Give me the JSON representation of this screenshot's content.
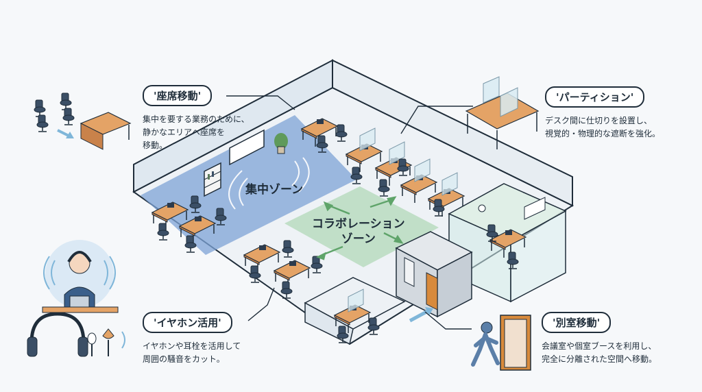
{
  "callouts": {
    "seat_move": {
      "title": "'座席移動'",
      "desc": [
        "集中を要する業務のために、",
        "静かなエリアへ座席を",
        "移動。"
      ]
    },
    "partition": {
      "title": "'パーティション'",
      "desc": [
        "デスク間に仕切りを設置し、",
        "視覚的・物理的な遮断を強化。"
      ]
    },
    "earphone": {
      "title": "'イヤホン活用'",
      "desc": [
        "イヤホンや耳栓を活用して",
        "周囲の騒音をカット。"
      ]
    },
    "room_move": {
      "title": "'別室移動'",
      "desc": [
        "会議室や個室ブースを利用し、",
        "完全に分離された空間へ移動。"
      ]
    }
  },
  "zones": {
    "focus": "集中ゾーン",
    "collab": [
      "コラボレーション",
      "ゾーン"
    ]
  },
  "colors": {
    "outline": "#1f2d3a",
    "focus_zone": "#7ea3d6",
    "collab_zone": "#b9dcc0",
    "desk_wood": "#e4a366",
    "chair": "#3b4f66",
    "glass": "#d8ebf2",
    "door": "#d88a3c",
    "accent_arrow": "#7fb6d9"
  }
}
